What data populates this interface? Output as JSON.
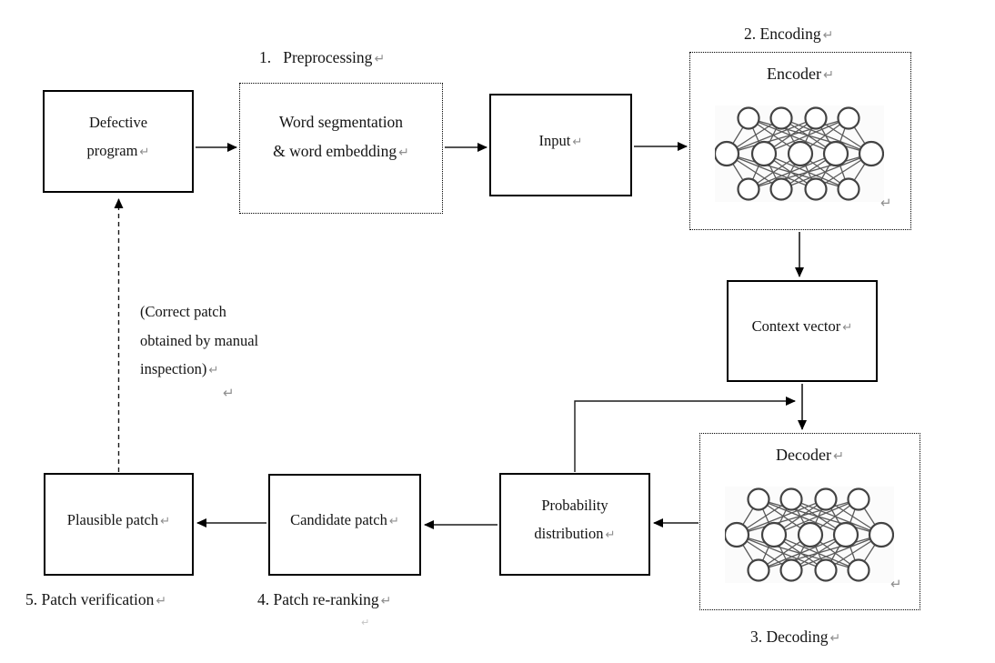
{
  "glyphs": {
    "return_mark": "↵"
  },
  "colors": {
    "line": "#1a1a1a",
    "box_border": "#000000",
    "return_mark": "#8f8f8f",
    "nn_stroke": "#434343",
    "background": "#ffffff"
  },
  "captions": {
    "preprocessing": "1.   Preprocessing",
    "encoding": "2. Encoding",
    "decoding": "3. Decoding",
    "patch_reranking": "4. Patch re-ranking",
    "patch_verification": "5. Patch verification"
  },
  "boxes": {
    "defective_program": {
      "line1": "Defective",
      "line2": "program"
    },
    "word_segmentation": {
      "line1": "Word segmentation",
      "line2": "& word embedding"
    },
    "input": {
      "label": "Input"
    },
    "encoder": {
      "label": "Encoder"
    },
    "context_vector": {
      "label": "Context vector"
    },
    "decoder": {
      "label": "Decoder"
    },
    "probability_distribution": {
      "line1": "Probability",
      "line2": "distribution"
    },
    "candidate_patch": {
      "label": "Candidate patch"
    },
    "plausible_patch": {
      "label": "Plausible patch"
    }
  },
  "note": {
    "line1": "(Correct patch",
    "line2": "obtained by manual",
    "line3": "inspection)"
  }
}
